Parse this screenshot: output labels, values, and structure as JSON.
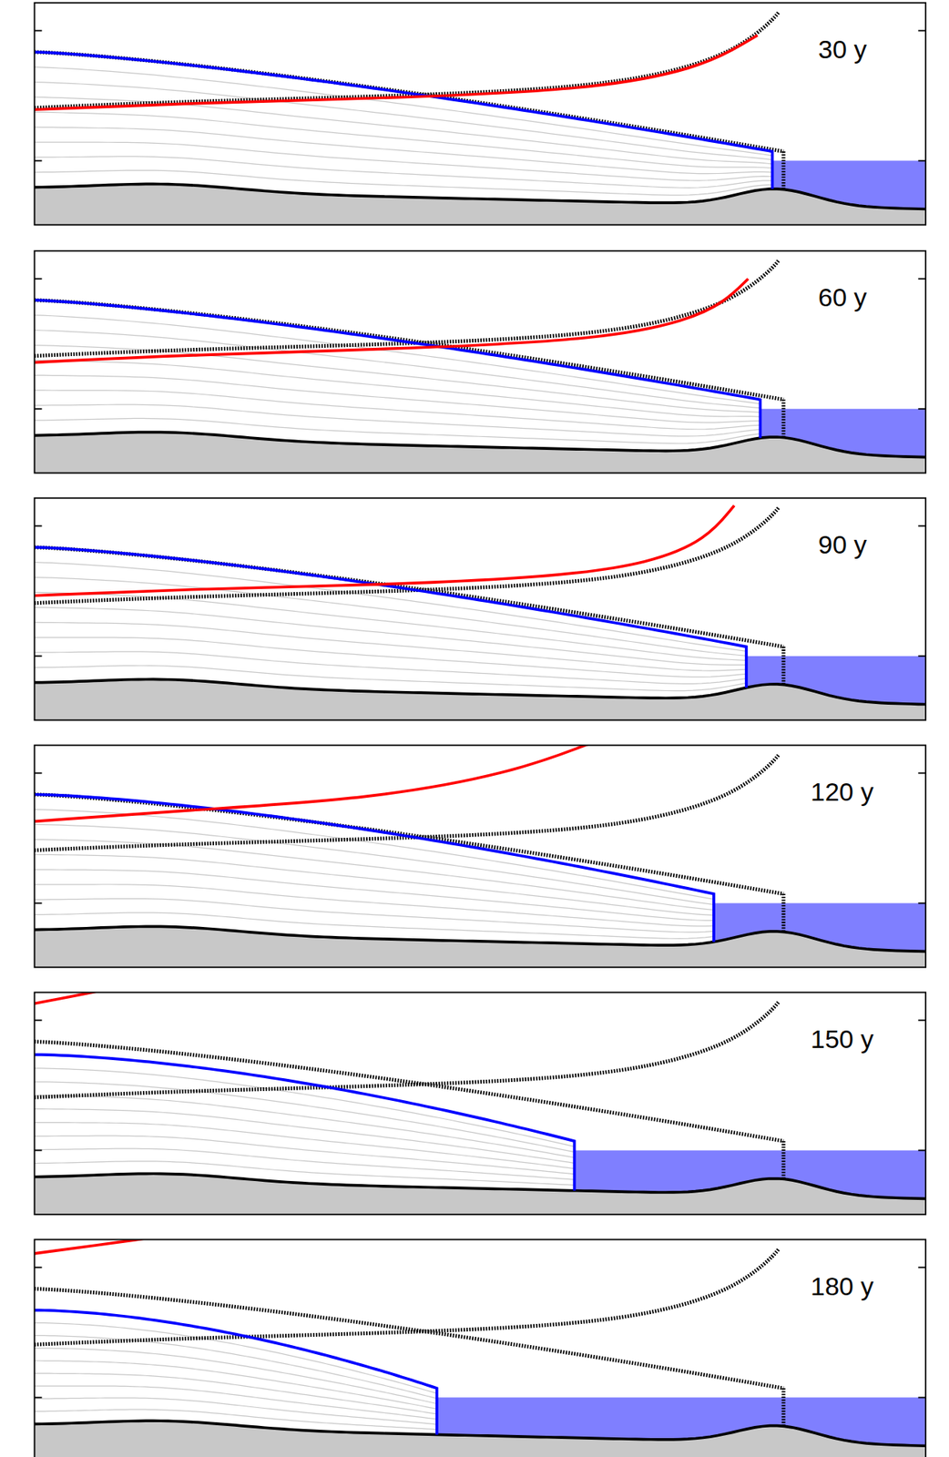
{
  "diagram": {
    "labels": [
      "30 y",
      "60 y",
      "90 y",
      "120 y",
      "150 y",
      "180 y"
    ]
  }
}
